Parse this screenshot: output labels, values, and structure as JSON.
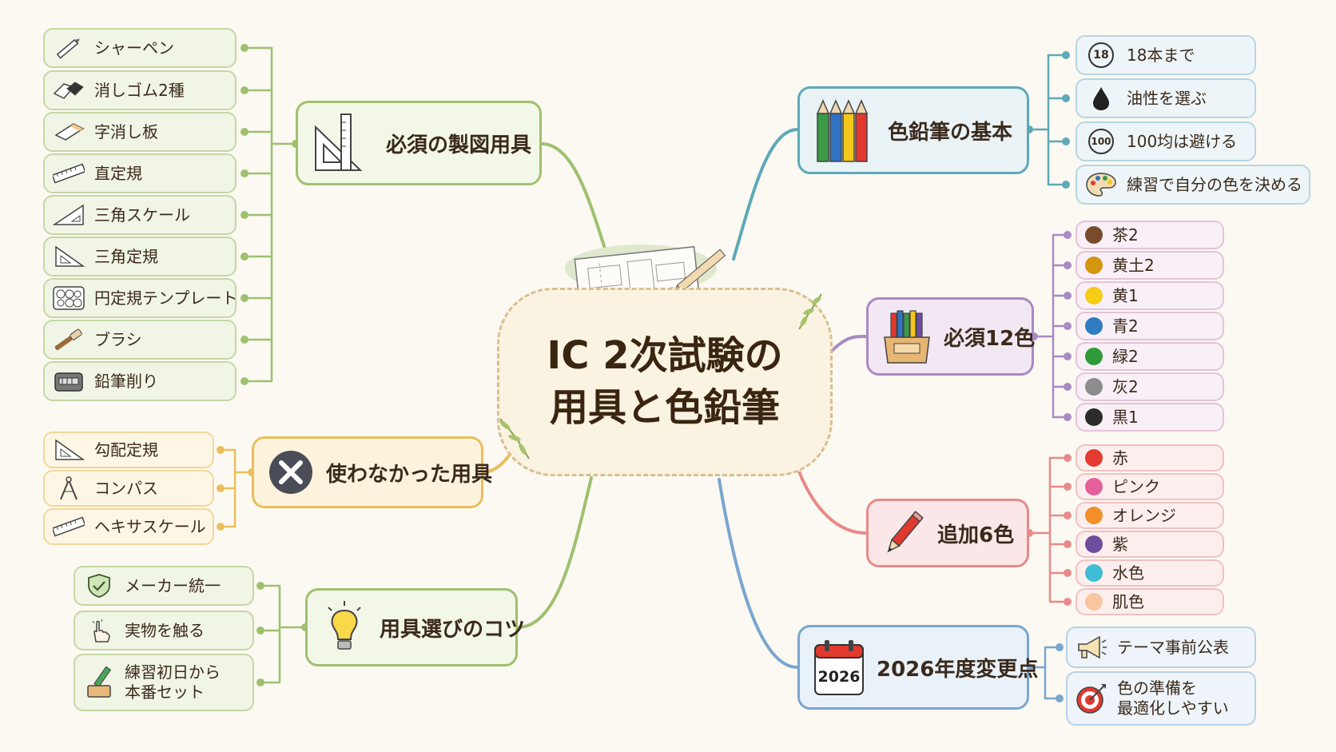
{
  "center": {
    "title_line1": "IC 2次試験の",
    "title_line2": "用具と色鉛筆"
  },
  "branches": {
    "required_tools": {
      "label": "必須の製図用具",
      "items": [
        {
          "label": "シャーペン",
          "icon": "mechanical-pencil-icon"
        },
        {
          "label": "消しゴム2種",
          "icon": "eraser-icon"
        },
        {
          "label": "字消し板",
          "icon": "erasing-shield-icon"
        },
        {
          "label": "直定規",
          "icon": "ruler-icon"
        },
        {
          "label": "三角スケール",
          "icon": "triangle-scale-icon"
        },
        {
          "label": "三角定規",
          "icon": "set-square-icon"
        },
        {
          "label": "円定規テンプレート",
          "icon": "circle-template-icon"
        },
        {
          "label": "ブラシ",
          "icon": "brush-icon"
        },
        {
          "label": "鉛筆削り",
          "icon": "pencil-sharpener-icon"
        }
      ]
    },
    "unused_tools": {
      "label": "使わなかった用具",
      "items": [
        {
          "label": "勾配定規",
          "icon": "slope-ruler-icon"
        },
        {
          "label": "コンパス",
          "icon": "compass-icon"
        },
        {
          "label": "ヘキサスケール",
          "icon": "hexa-scale-icon"
        }
      ]
    },
    "selection_tips": {
      "label": "用具選びのコツ",
      "items": [
        {
          "label": "メーカー統一",
          "icon": "shield-check-icon"
        },
        {
          "label": "実物を触る",
          "icon": "hand-tap-icon"
        },
        {
          "label": "練習初日から\n本番セット",
          "icon": "pencil-cup-icon"
        }
      ]
    },
    "pencil_basics": {
      "label": "色鉛筆の基本",
      "items": [
        {
          "label": "18本まで",
          "badge": "18"
        },
        {
          "label": "油性を選ぶ",
          "icon": "oil-drop-icon"
        },
        {
          "label": "100均は避ける",
          "badge": "100"
        },
        {
          "label": "練習で自分の色を決める",
          "icon": "palette-icon"
        }
      ]
    },
    "required_12": {
      "label": "必須12色",
      "items": [
        {
          "label": "茶2",
          "color": "#7a4a2c"
        },
        {
          "label": "黄土2",
          "color": "#d4950f"
        },
        {
          "label": "黄1",
          "color": "#f5cc16"
        },
        {
          "label": "青2",
          "color": "#2f7cc0"
        },
        {
          "label": "緑2",
          "color": "#2f9a3a"
        },
        {
          "label": "灰2",
          "color": "#8c8c8c"
        },
        {
          "label": "黒1",
          "color": "#2a2a2a"
        }
      ]
    },
    "additional_6": {
      "label": "追加6色",
      "items": [
        {
          "label": "赤",
          "color": "#e53a30"
        },
        {
          "label": "ピンク",
          "color": "#e4609a"
        },
        {
          "label": "オレンジ",
          "color": "#f1902a"
        },
        {
          "label": "紫",
          "color": "#6e4d9e"
        },
        {
          "label": "水色",
          "color": "#3fbcd6"
        },
        {
          "label": "肌色",
          "color": "#f7c69e"
        }
      ]
    },
    "changes_2026": {
      "label": "2026年度変更点",
      "calendar_year": "2026",
      "items": [
        {
          "label": "テーマ事前公表",
          "icon": "megaphone-icon"
        },
        {
          "label": "色の準備を\n最適化しやすい",
          "icon": "target-icon"
        }
      ]
    }
  },
  "colors": {
    "green": "#9fc06f",
    "teal": "#5ea9b6",
    "purple": "#a98ac2",
    "red": "#e88a8a",
    "yellow": "#e9bf5c",
    "blue": "#7aa6cf"
  }
}
